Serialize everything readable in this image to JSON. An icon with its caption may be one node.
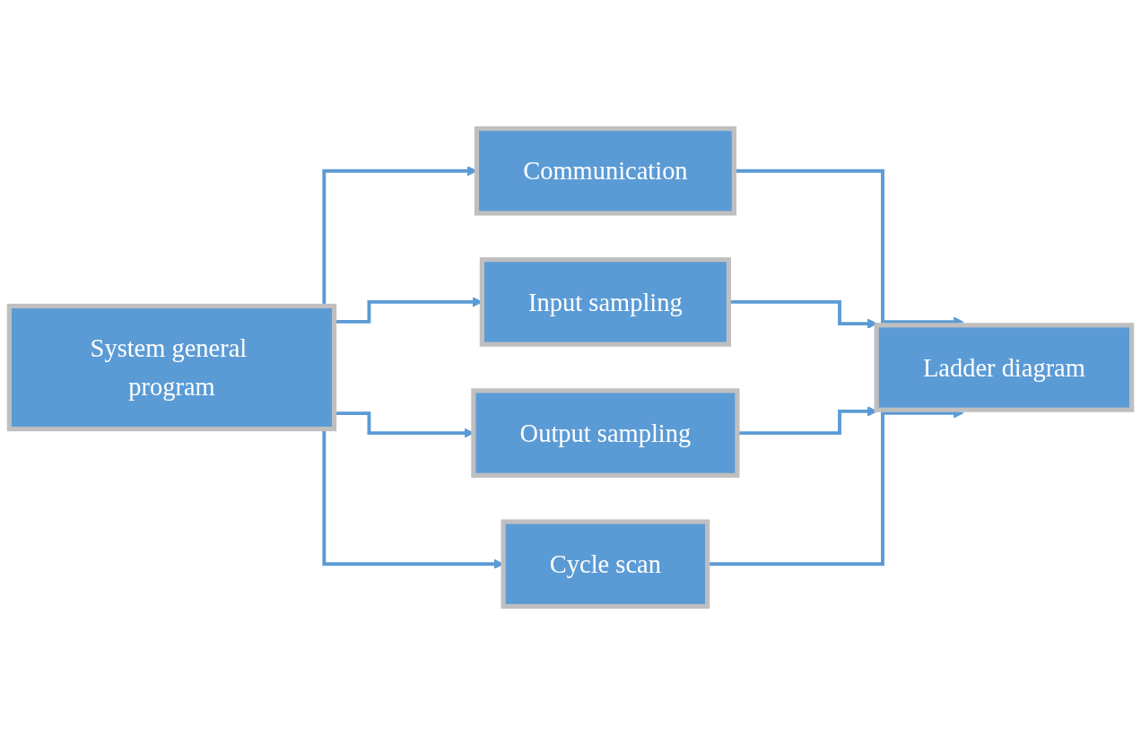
{
  "diagram": {
    "nodes": [
      {
        "text": [
          "System general program"
        ]
      },
      {
        "text": [
          "Communication"
        ]
      },
      {
        "text": [
          "Input sampling"
        ]
      },
      {
        "text": [
          "Output sampling"
        ]
      },
      {
        "text": [
          "Cycle scan"
        ]
      },
      {
        "text": [
          "Ladder diagram"
        ]
      }
    ],
    "edges": [
      {
        "from": 0,
        "to": 1,
        "arrow": "to"
      },
      {
        "from": 0,
        "to": 2,
        "arrow": "to"
      },
      {
        "from": 0,
        "to": 3,
        "arrow": "to"
      },
      {
        "from": 0,
        "to": 4,
        "arrow": "to"
      },
      {
        "from": 1,
        "to": 5,
        "arrow": "to"
      },
      {
        "from": 2,
        "to": 5,
        "arrow": "to"
      },
      {
        "from": 3,
        "to": 5,
        "arrow": "to"
      },
      {
        "from": 4,
        "to": 5,
        "arrow": "to"
      }
    ]
  }
}
